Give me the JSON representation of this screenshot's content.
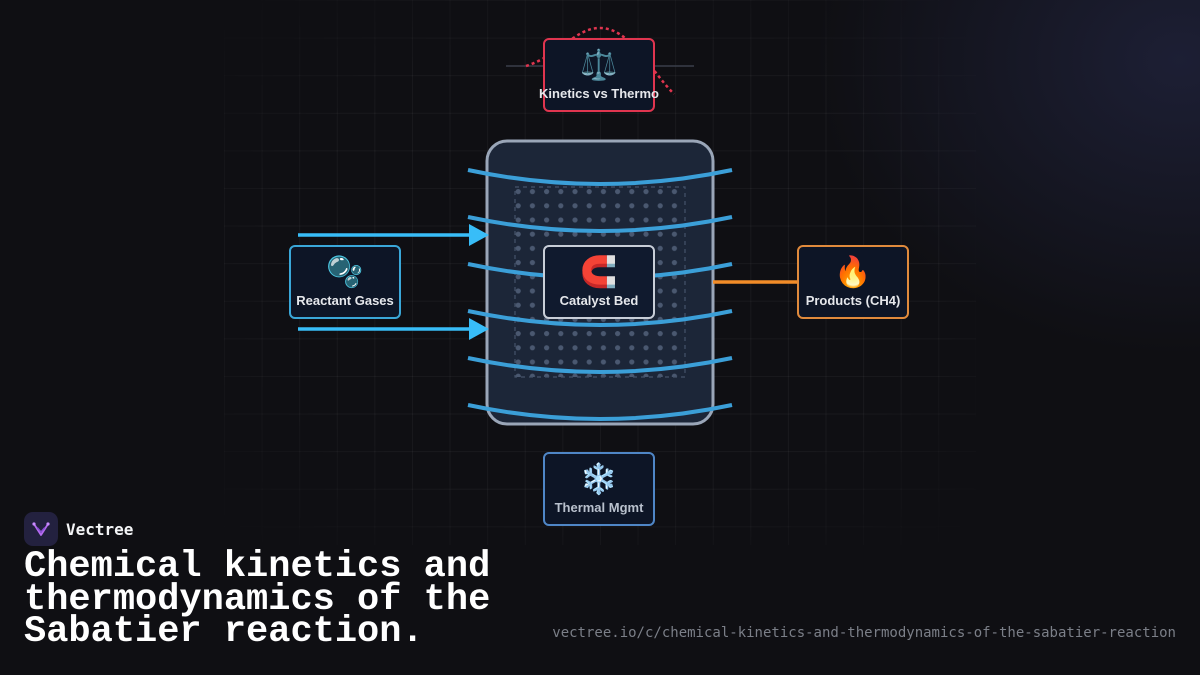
{
  "brand": {
    "name": "Vectree"
  },
  "title": "Chemical kinetics and thermodynamics of the Sabatier reaction.",
  "url": "vectree.io/c/chemical-kinetics-and-thermodynamics-of-the-sabatier-reaction",
  "nodes": {
    "reactant": {
      "label": "Reactant Gases",
      "icon": "bubbles-icon",
      "glyph": "🫧"
    },
    "catalyst": {
      "label": "Catalyst Bed",
      "icon": "magnet-icon",
      "glyph": "🧲"
    },
    "products": {
      "label": "Products (CH4)",
      "icon": "fire-icon",
      "glyph": "🔥"
    },
    "kinetics": {
      "label": "Kinetics vs Thermo",
      "icon": "balance-scale-icon",
      "glyph": "⚖️"
    },
    "thermal": {
      "label": "Thermal Mgmt",
      "icon": "snowflake-icon",
      "glyph": "❄️"
    }
  },
  "colors": {
    "background": "#0f0f13",
    "inflow": "#38bdf8",
    "outflow": "#f28c28",
    "kinetics": "#e0354f",
    "reactor_band": "#3b9fd8",
    "reactor_border": "#9aa6b8",
    "thermal": "#4f86c6"
  }
}
